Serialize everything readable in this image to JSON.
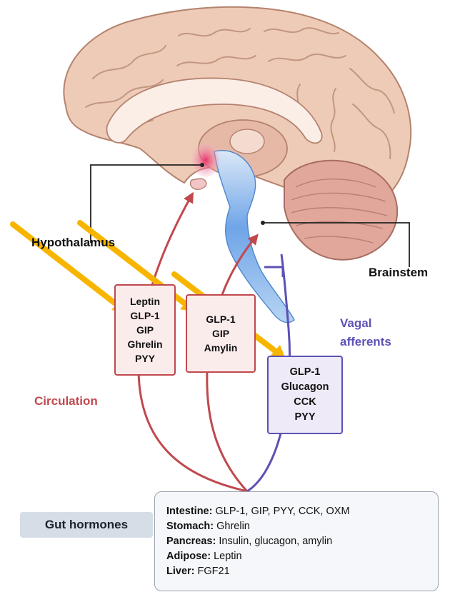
{
  "labels": {
    "hypothalamus": "Hypothalamus",
    "brainstem": "Brainstem",
    "vagal_afferents_line1": "Vagal",
    "vagal_afferents_line2": "afferents",
    "circulation": "Circulation",
    "gut_hormones": "Gut hormones"
  },
  "boxes": {
    "left": [
      "Leptin",
      "GLP-1",
      "GIP",
      "Ghrelin",
      "PYY"
    ],
    "middle": [
      "GLP-1",
      "GIP",
      "Amylin"
    ],
    "vagal": [
      "GLP-1",
      "Glucagon",
      "CCK",
      "PYY"
    ]
  },
  "sources": [
    {
      "organ": "Intestine:",
      "hormones": "GLP-1, GIP, PYY, CCK, OXM"
    },
    {
      "organ": "Stomach:",
      "hormones": "Ghrelin"
    },
    {
      "organ": "Pancreas:",
      "hormones": "Insulin, glucagon, amylin"
    },
    {
      "organ": "Adipose:",
      "hormones": "Leptin"
    },
    {
      "organ": "Liver:",
      "hormones": "FGF21"
    }
  ],
  "colors": {
    "circulation": "#c0494d",
    "vagal": "#5b51b5",
    "annotation_arrows": "#f7b500",
    "brain": "#eecbb6",
    "brainstem": "#6fa5e8",
    "hypothalamus": "#e8336b"
  }
}
